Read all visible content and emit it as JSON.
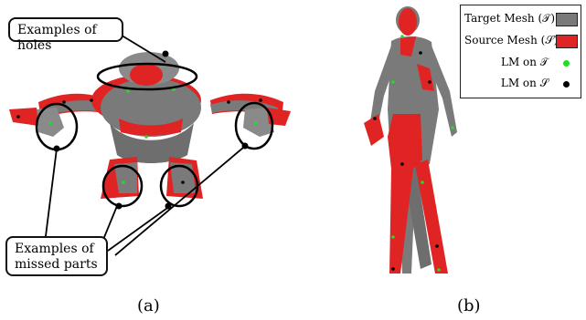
{
  "panel_a": {
    "callout_holes": "Examples of holes",
    "callout_missed_line1": "Examples of",
    "callout_missed_line2": "missed parts",
    "caption": "(a)"
  },
  "panel_b": {
    "caption": "(b)",
    "legend": {
      "target_mesh": "Target Mesh (𝒯)",
      "source_mesh": "Source Mesh (𝒮)",
      "lm_target": "LM on 𝒯",
      "lm_source": "LM on 𝒮"
    }
  },
  "colors": {
    "target_mesh": "#7a7a7a",
    "source_mesh": "#e02424",
    "lm_target": "#22dd22",
    "lm_source": "#000000"
  }
}
